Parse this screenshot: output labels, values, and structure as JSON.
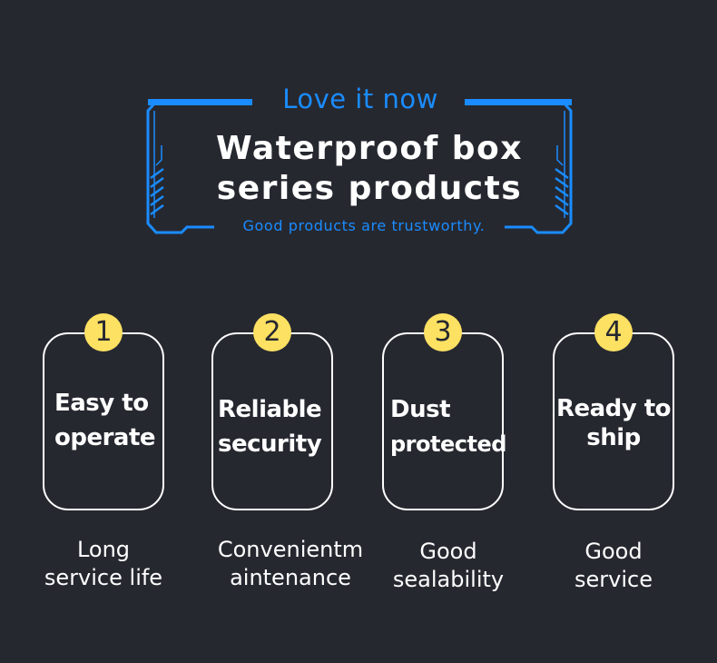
{
  "header": {
    "tagline": "Love it now",
    "title_line1": "Waterproof box",
    "title_line2": "series products",
    "subtitle": "Good products are trustworthy."
  },
  "features": [
    {
      "number": "1",
      "title_line1": "Easy to",
      "title_line2": "operate",
      "caption_line1": "Long",
      "caption_line2": "service life"
    },
    {
      "number": "2",
      "title_line1": "Reliable",
      "title_line2": "security",
      "caption_line1": "Convenientm",
      "caption_line2": "aintenance"
    },
    {
      "number": "3",
      "title_line1": "Dust",
      "title_line2": "protected",
      "caption_line1": "Good",
      "caption_line2": "sealability"
    },
    {
      "number": "4",
      "title_line1": "Ready to",
      "title_line2": "ship",
      "caption_line1": "Good",
      "caption_line2": "service"
    }
  ],
  "colors": {
    "background": "#262830",
    "accent_blue": "#1a8cff",
    "badge_yellow": "#fde162",
    "text": "#ffffff"
  }
}
